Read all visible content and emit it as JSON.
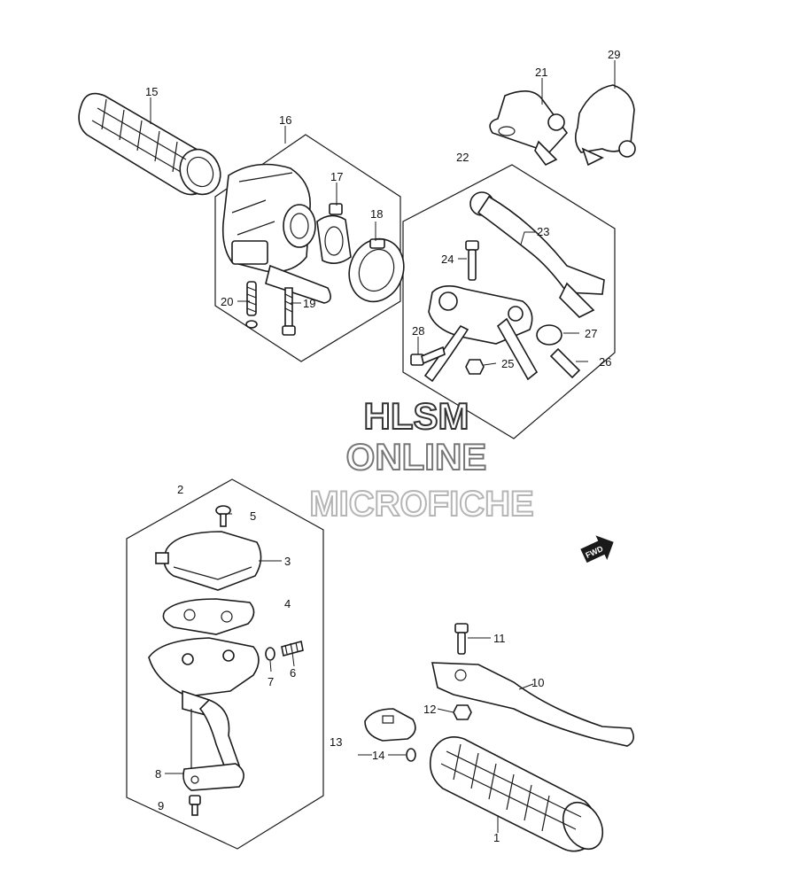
{
  "callouts": {
    "c1": "1",
    "c2": "2",
    "c3": "3",
    "c4": "4",
    "c5": "5",
    "c6": "6",
    "c7": "7",
    "c8": "8",
    "c9": "9",
    "c10": "10",
    "c11": "11",
    "c12": "12",
    "c13": "13",
    "c14": "14",
    "c15": "15",
    "c16": "16",
    "c17": "17",
    "c18": "18",
    "c19": "19",
    "c20": "20",
    "c21": "21",
    "c22": "22",
    "c23": "23",
    "c24": "24",
    "c25": "25",
    "c26": "26",
    "c27": "27",
    "c28": "28",
    "c29": "29"
  },
  "watermark": {
    "line1": "HLSM",
    "line2": "ONLINE",
    "line3": "MICROFICHE"
  },
  "direction_badge": "FWD",
  "colors": {
    "ink": "#1a1a1a",
    "watermark_line1": "#333333",
    "watermark_line2": "#777777",
    "watermark_line3": "#b5b5b5"
  }
}
